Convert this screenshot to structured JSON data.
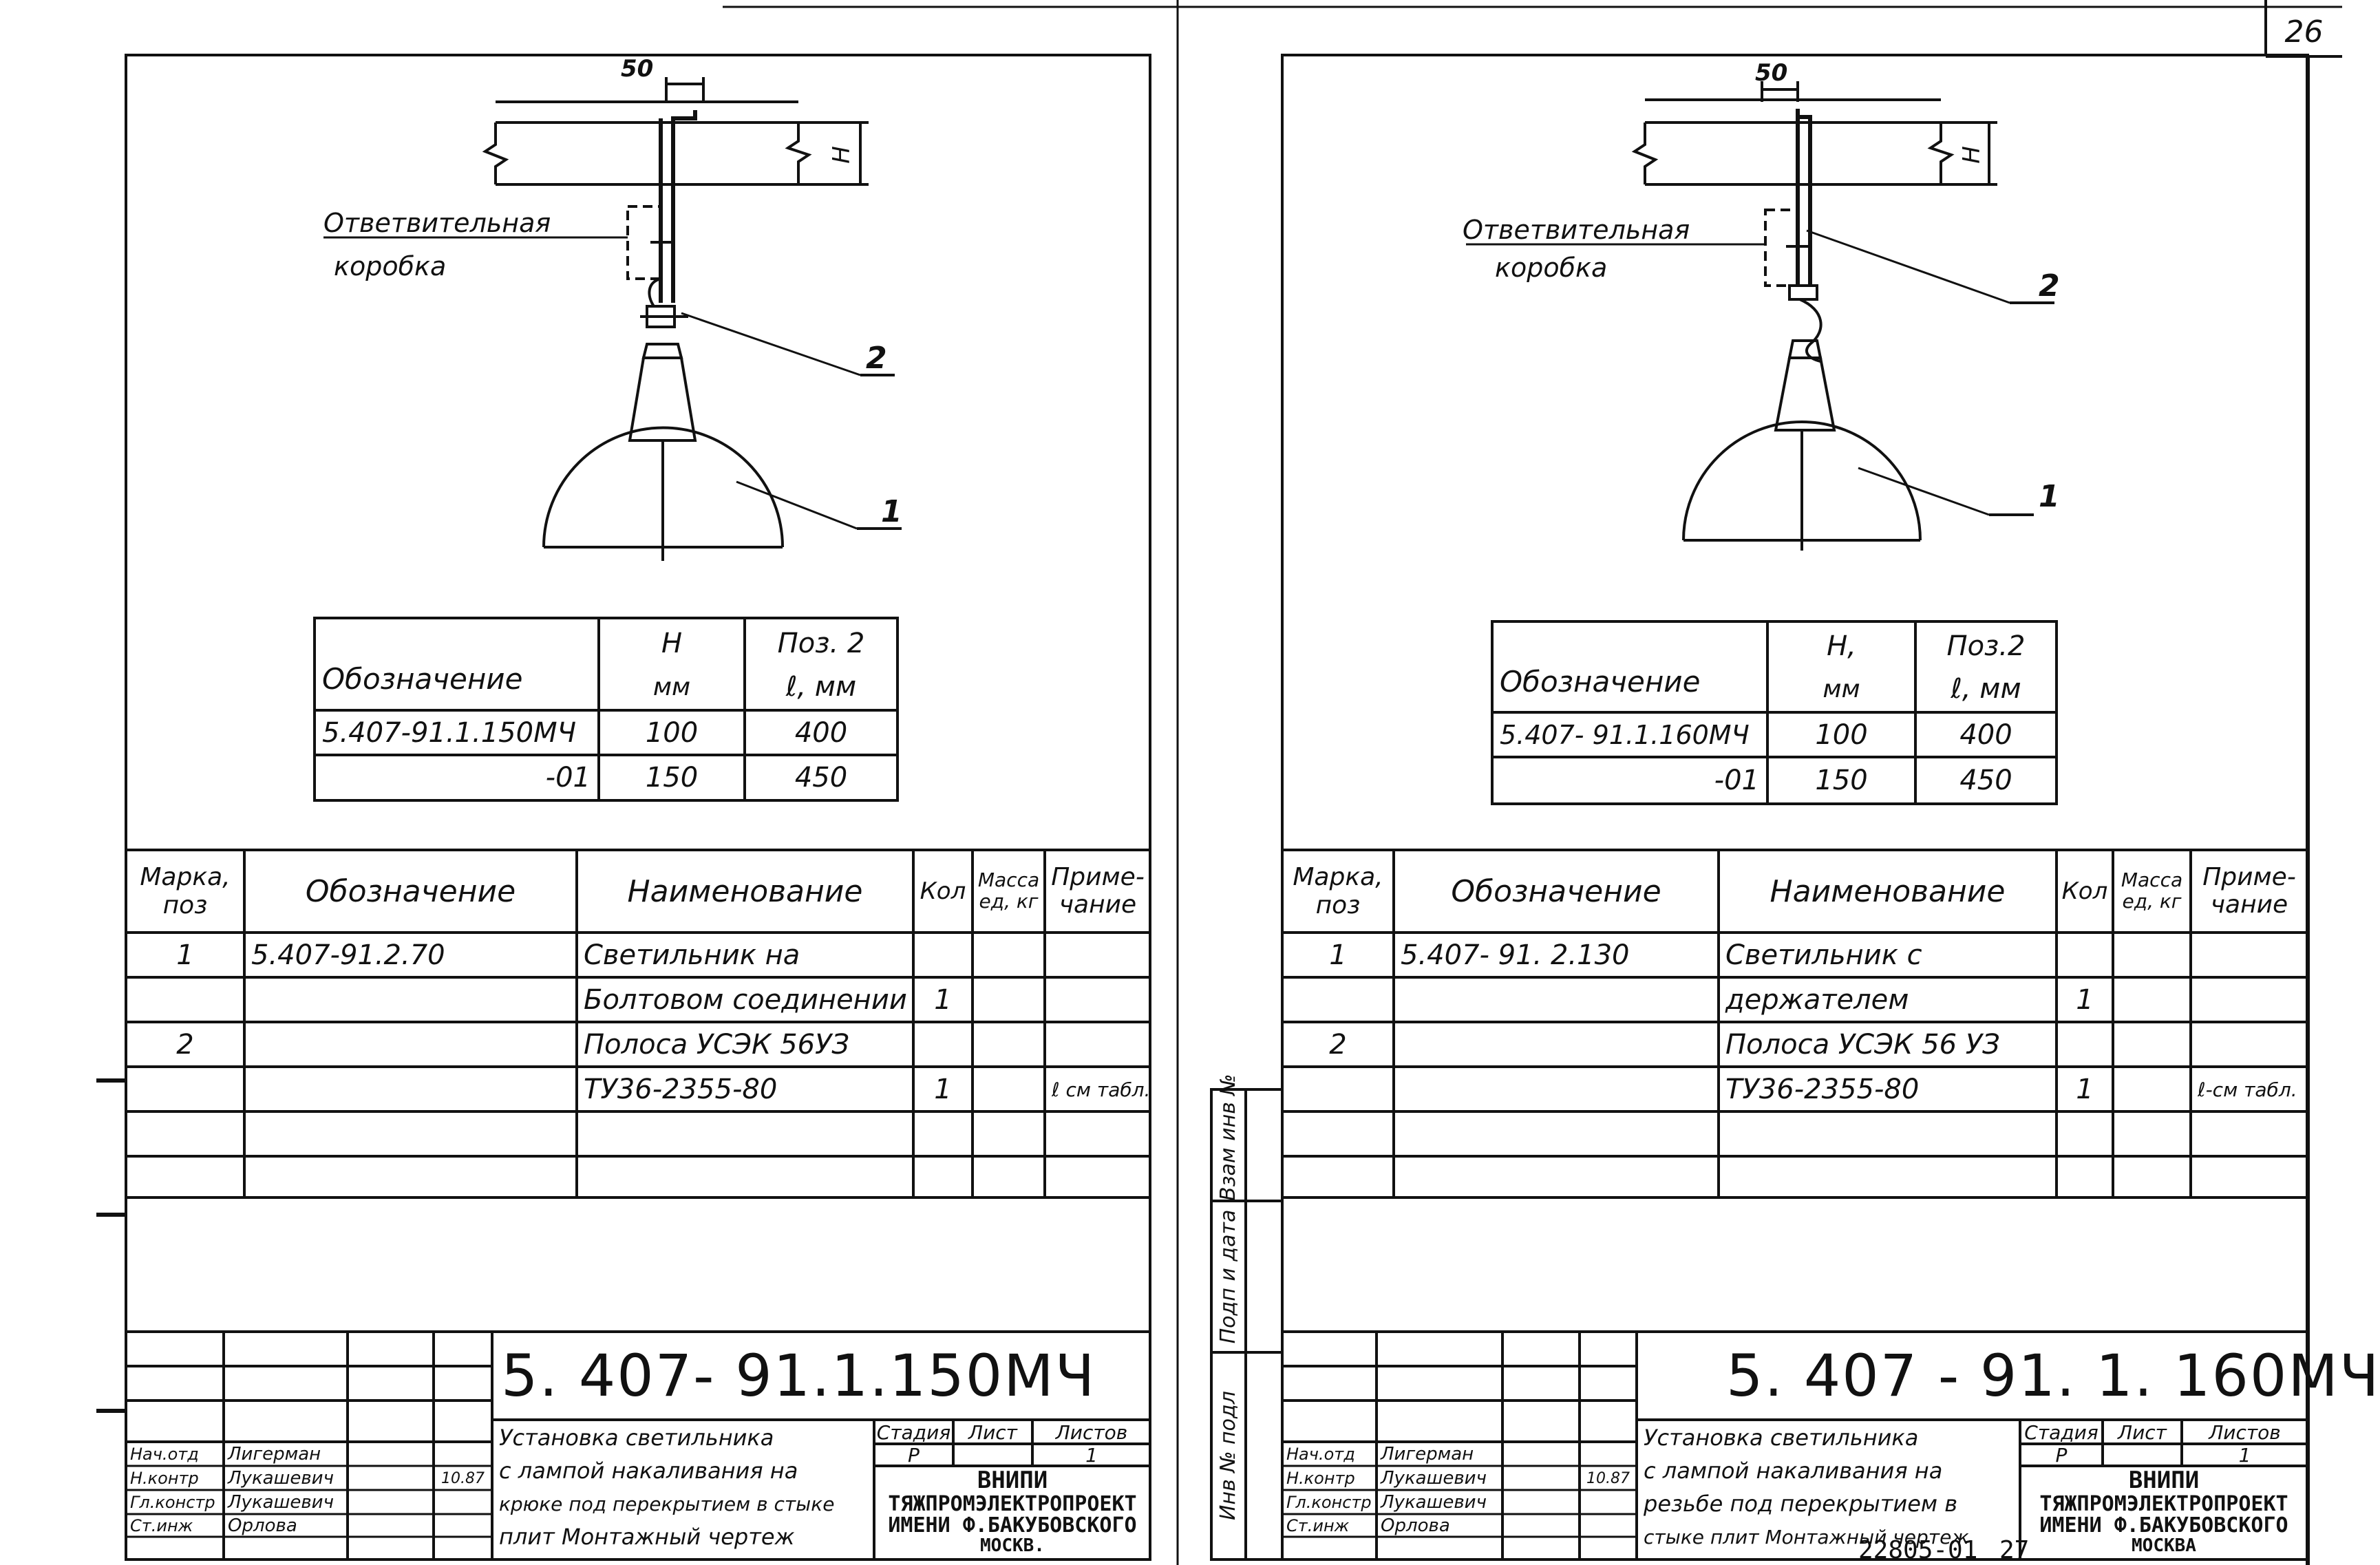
{
  "page_number": "26",
  "archive_number": "22805-01",
  "archive_page": "27",
  "side_labels": [
    "Взам инв №",
    "Подп и дата",
    "Инв № подл"
  ],
  "drawings": [
    {
      "dim_50": "50",
      "dim_h": "H",
      "branch_box_line1": "Ответвительная",
      "branch_box_line2": "коробка",
      "pos_1": "1",
      "pos_2": "2",
      "variant_table": {
        "headers": {
          "designation": "Обозначение",
          "h_top": "H",
          "h_bottom": "мм",
          "pos2_top": "Поз. 2",
          "pos2_bottom": "ℓ, мм"
        },
        "rows": [
          {
            "designation": "5.407-91.1.150МЧ",
            "h": "100",
            "l": "400"
          },
          {
            "designation": "-01",
            "h": "150",
            "l": "450"
          }
        ]
      },
      "spec": {
        "headers": {
          "mark": "Марка, поз",
          "designation": "Обозначение",
          "name": "Наименование",
          "qty": "Кол",
          "mass": "Масса ед, кг",
          "note": "Приме- чание"
        },
        "rows": [
          {
            "mark": "1",
            "designation": "5.407-91.2.70",
            "name": "Светильник на",
            "qty": "",
            "note": ""
          },
          {
            "mark": "",
            "designation": "",
            "name": "Болтовом соединении",
            "qty": "1",
            "note": ""
          },
          {
            "mark": "2",
            "designation": "",
            "name": "Полоса УСЭК 56УЗ",
            "qty": "",
            "note": ""
          },
          {
            "mark": "",
            "designation": "",
            "name": "ТУ36-2355-80",
            "qty": "1",
            "note": "ℓ см табл."
          }
        ]
      },
      "title_block": {
        "code": "5. 407- 91.1.150МЧ",
        "description": [
          "Установка светильника",
          "с лампой накаливания на",
          "крюке под перекрытием в стыке",
          "плит Монтажный чертеж"
        ],
        "stage_label": "Стадия",
        "sheet_label": "Лист",
        "sheets_label": "Листов",
        "stage": "Р",
        "sheets": "1",
        "org_line1": "ВНИПИ",
        "org_line2": "ТЯЖПРОМЭЛЕКТРОПРОЕКТ",
        "org_line3": "ИМЕНИ Ф.БАКУБОВСКОГО",
        "org_line4": "МОСКВ.",
        "date": "10.87",
        "staff": [
          {
            "role": "Нач.отд",
            "name": "Лигерман"
          },
          {
            "role": "Н.контр",
            "name": "Лукашевич"
          },
          {
            "role": "Гл.констр",
            "name": "Лукашевич"
          },
          {
            "role": "Ст.инж",
            "name": "Орлова"
          }
        ]
      }
    },
    {
      "dim_50": "50",
      "dim_h": "H",
      "branch_box_line1": "Ответвительная",
      "branch_box_line2": "коробка",
      "pos_1": "1",
      "pos_2": "2",
      "variant_table": {
        "headers": {
          "designation": "Обозначение",
          "h_top": "H,",
          "h_bottom": "мм",
          "pos2_top": "Поз.2",
          "pos2_bottom": "ℓ, мм"
        },
        "rows": [
          {
            "designation": "5.407- 91.1.160МЧ",
            "h": "100",
            "l": "400"
          },
          {
            "designation": "-01",
            "h": "150",
            "l": "450"
          }
        ]
      },
      "spec": {
        "headers": {
          "mark": "Марка, поз",
          "designation": "Обозначение",
          "name": "Наименование",
          "qty": "Кол",
          "mass": "Масса ед, кг",
          "note": "Приме- чание"
        },
        "rows": [
          {
            "mark": "1",
            "designation": "5.407- 91. 2.130",
            "name": "Светильник с",
            "qty": "",
            "note": ""
          },
          {
            "mark": "",
            "designation": "",
            "name": "держателем",
            "qty": "1",
            "note": ""
          },
          {
            "mark": "2",
            "designation": "",
            "name": "Полоса УСЭК 56 УЗ",
            "qty": "",
            "note": ""
          },
          {
            "mark": "",
            "designation": "",
            "name": "ТУ36-2355-80",
            "qty": "1",
            "note": "ℓ-см табл."
          }
        ]
      },
      "title_block": {
        "code": "5. 407 - 91. 1. 160МЧ",
        "description": [
          "Установка светильника",
          "с лампой накаливания на",
          "резьбе под перекрытием в",
          "стыке плит Монтажный чертеж"
        ],
        "stage_label": "Стадия",
        "sheet_label": "Лист",
        "sheets_label": "Листов",
        "stage": "Р",
        "sheets": "1",
        "org_line1": "ВНИПИ",
        "org_line2": "ТЯЖПРОМЭЛЕКТРОПРОЕКТ",
        "org_line3": "ИМЕНИ Ф.БАКУБОВСКОГО",
        "org_line4": "МОСКВА",
        "date": "10.87",
        "staff": [
          {
            "role": "Нач.отд",
            "name": "Лигерман"
          },
          {
            "role": "Н.контр",
            "name": "Лукашевич"
          },
          {
            "role": "Гл.констр",
            "name": "Лукашевич"
          },
          {
            "role": "Ст.инж",
            "name": "Орлова"
          }
        ]
      }
    }
  ]
}
